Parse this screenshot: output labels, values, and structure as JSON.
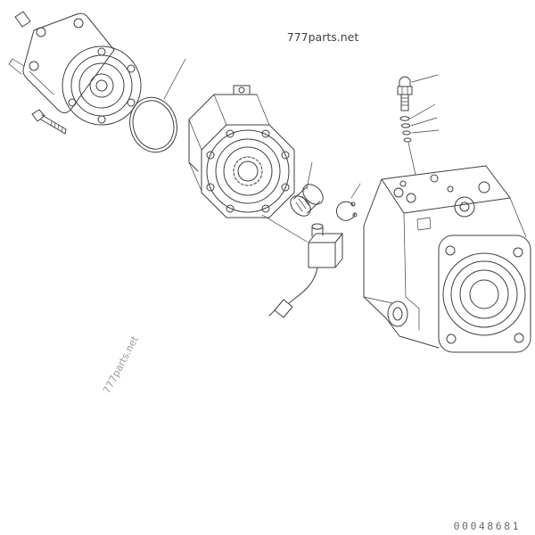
{
  "colors": {
    "bg": "#ffffff",
    "ink": "#3f3f3f",
    "watermark": "#9a9a9a",
    "footer-ink": "#6b6b6b"
  },
  "header": {
    "site_label": "777parts.net"
  },
  "watermark": {
    "label": "777parts.net"
  },
  "footer": {
    "part_number": "00048681"
  },
  "diagram": {
    "type": "exploded-parts-drawing",
    "parts": [
      "gear-pump",
      "mounting-bolt",
      "o-ring",
      "pump-housing",
      "bushing",
      "snap-ring",
      "solenoid-valve",
      "wire-connector",
      "main-pump-body",
      "relief-valve-plug",
      "washer-set"
    ]
  }
}
